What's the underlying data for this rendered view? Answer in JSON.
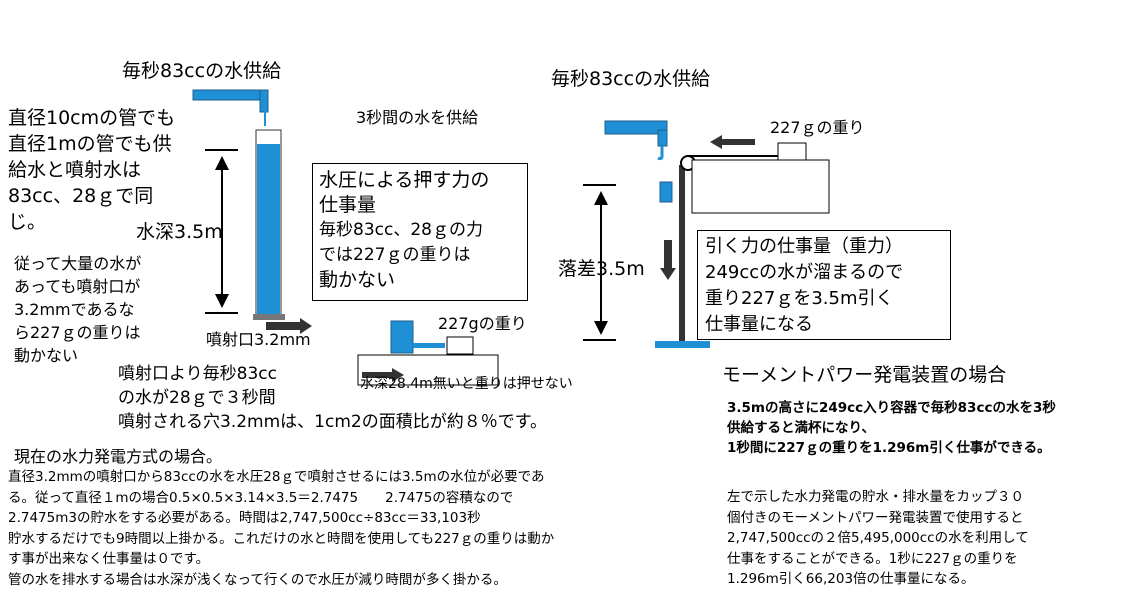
{
  "left": {
    "supply_label": "毎秒83ccの水供給",
    "pipe_note": [
      "直径10cmの管でも",
      "直径1mの管でも供",
      "給水と噴射水は",
      "83cc、28ｇで同",
      "じ。"
    ],
    "depth_label": "水深3.5m",
    "conclusion": [
      "従って大量の水が",
      "あっても噴射口が",
      "3.2mmであるな",
      "ら227ｇの重りは",
      "動かない"
    ],
    "nozzle_label": "噴射口3.2mm",
    "three_sec": "3秒間の水を供給",
    "pressure_box": [
      "水圧による押す力の",
      "仕事量",
      "毎秒83cc、28ｇの力",
      "では227ｇの重りは",
      "動かない"
    ],
    "small_weight": "227gの重り",
    "depth_needed": "水深28.4m無いと重りは押せない",
    "jet_text": [
      "噴射口より毎秒83cc",
      "の水が28ｇで３秒間",
      "噴射される穴3.2mmは、1cm2の面積比が約８％です。"
    ]
  },
  "right": {
    "supply_label": "毎秒83ccの水供給",
    "weight_label": "227ｇの重り",
    "drop_label": "落差3.5m",
    "pull_box": [
      "引く力の仕事量（重力）",
      "249ccの水が溜まるので",
      "重り227ｇを3.5m引く",
      "仕事量になる"
    ],
    "heading": "モーメントパワー発電装置の場合",
    "para1": [
      "3.5mの高さに249cc入り容器で毎秒83ccの水を3秒",
      "供給すると満杯になり、",
      "1秒間に227ｇの重りを1.296m引く仕事ができる。"
    ],
    "para2": [
      "左で示した水力発電の貯水・排水量をカップ３０",
      "個付きのモーメントパワー発電装置で使用すると",
      "2,747,500ccの２倍5,495,000ccの水を利用して",
      "仕事をすることができる。1秒に227ｇの重りを",
      "1.296m引く66,203倍の仕事量になる。"
    ]
  },
  "bottom": {
    "heading": "現在の水力発電方式の場合。",
    "lines": [
      "直径3.2mmの噴射口から83ccの水を水圧28ｇで噴射させるには3.5mの水位が必要であ",
      "る。従って直径１mの場合0.5×0.5×3.14×3.5＝2.7475　　2.7475の容積なので",
      "2.7475m3の貯水をする必要がある。時間は2,747,500cc÷83cc＝33,103秒",
      "貯水するだけでも9時間以上掛かる。これだけの水と時間を使用しても227ｇの重りは動か",
      "す事が出来なく仕事量は０です。",
      "管の水を排水する場合は水深が浅くなって行くので水圧が減り時間が多く掛かる。"
    ]
  },
  "colors": {
    "water": "#1f8fd6",
    "pipe_edge": "#1f5f8f"
  }
}
